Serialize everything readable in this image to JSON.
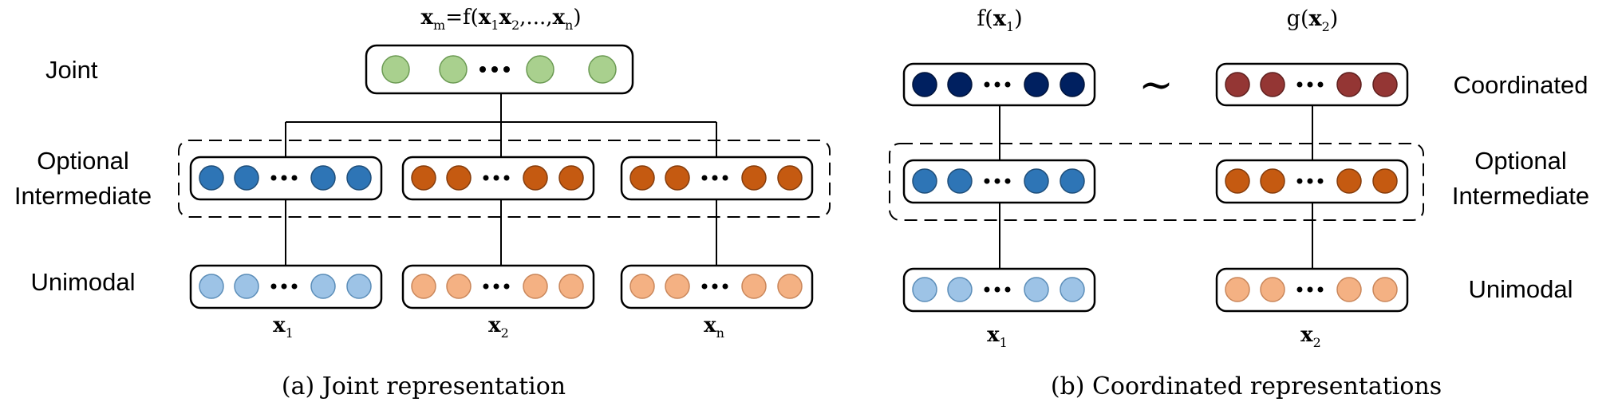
{
  "panel_a": {
    "caption": "(a) Joint representation",
    "formula": {
      "x": "x",
      "m": "m",
      "eq": "=f(",
      "x1": "x",
      "s1": "1",
      "x2": "x",
      "s2": "2",
      "mid": ",...,",
      "xn": "x",
      "sn": "n",
      "close": ")"
    },
    "row_labels": {
      "joint": "Joint",
      "optional_1": "Optional",
      "optional_2": "Intermediate",
      "unimodal": "Unimodal"
    },
    "inputs": [
      {
        "x": "x",
        "sub": "1"
      },
      {
        "x": "x",
        "sub": "2"
      },
      {
        "x": "x",
        "sub": "n"
      }
    ]
  },
  "panel_b": {
    "caption": "(b) Coordinated representations",
    "func_left": {
      "f": "f(",
      "x": "x",
      "sub": "1",
      "close": ")"
    },
    "func_right": {
      "f": "g(",
      "x": "x",
      "sub": "2",
      "close": ")"
    },
    "similarity": "~",
    "row_labels": {
      "coordinated": "Coordinated",
      "optional_1": "Optional",
      "optional_2": "Intermediate",
      "unimodal": "Unimodal"
    },
    "inputs": [
      {
        "x": "x",
        "sub": "1"
      },
      {
        "x": "x",
        "sub": "2"
      }
    ]
  },
  "colors": {
    "joint_green": "#a9d08e",
    "modality1_intermediate": "#2e75b6",
    "modality2_intermediate": "#c55a11",
    "modality1_unimodal": "#9dc3e6",
    "modality2_unimodal": "#f4b183",
    "coordinated_navy": "#002060",
    "coordinated_red": "#943634"
  }
}
